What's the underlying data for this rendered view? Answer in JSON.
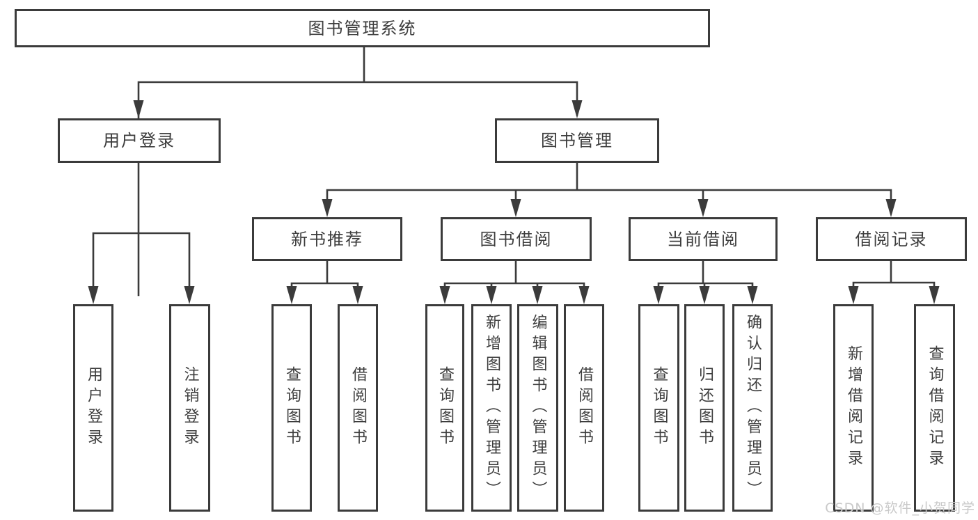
{
  "diagram": {
    "root_label": "图书管理系统",
    "branches": [
      {
        "label": "用户登录",
        "children": [
          {
            "label": "用户登录"
          },
          {
            "label": "注销登录"
          }
        ]
      },
      {
        "label": "图书管理",
        "sections": [
          {
            "label": "新书推荐",
            "children": [
              {
                "label": "查询图书"
              },
              {
                "label": "借阅图书"
              }
            ]
          },
          {
            "label": "图书借阅",
            "children": [
              {
                "label": "查询图书"
              },
              {
                "label": "新增图书（管理员）"
              },
              {
                "label": "编辑图书（管理员）"
              },
              {
                "label": "借阅图书"
              }
            ]
          },
          {
            "label": "当前借阅",
            "children": [
              {
                "label": "查询图书"
              },
              {
                "label": "归还图书"
              },
              {
                "label": "确认归还（管理员）"
              }
            ]
          },
          {
            "label": "借阅记录",
            "children": [
              {
                "label": "新增借阅记录"
              },
              {
                "label": "查询借阅记录"
              }
            ]
          }
        ]
      }
    ]
  },
  "watermark": {
    "text": "CSDN @软件_小贺同学"
  },
  "colors": {
    "line": "#3b3b3b",
    "border": "#3b3b3b",
    "text": "#3d3d3d",
    "background": "#ffffff",
    "watermark_text": "#c9c9c9"
  }
}
